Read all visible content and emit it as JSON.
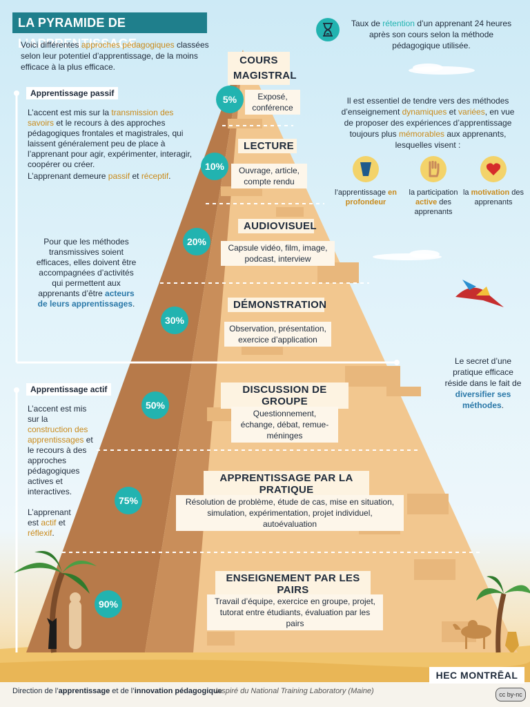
{
  "title": "LA PYRAMIDE DE L’APPRENTISSAGE",
  "intro": {
    "p1": "Voici différentes ",
    "hl": "approches pédagogiques",
    "p2": " classées selon leur potentiel d’apprentissage, de la moins efficace à la plus efficace."
  },
  "retention": {
    "p1": "Taux de ",
    "hl": "rétention",
    "p2": " d’un apprenant 24 heures après son cours selon la méthode pédagogique utilisée."
  },
  "passive": {
    "label": "Apprentissage passif",
    "t1": "L’accent est mis sur la ",
    "h1": "transmission des savoirs",
    "t2": " et le recours à des approches pédagogiques frontales et magistrales, qui laissent généralement peu de place à l’apprenant pour agir, expérimenter, interagir, coopérer ou créer.",
    "t3": "L’apprenant demeure ",
    "h2": "passif",
    "t4": " et ",
    "h3": "réceptif",
    "t5": "."
  },
  "methods_note": {
    "t1": "Pour que les méthodes transmissives soient efficaces, elles doivent être accompagnées d’activités qui permettent aux apprenants d’être ",
    "h1": "acteurs de leurs apprentissages",
    "t2": "."
  },
  "active": {
    "label": "Apprentissage actif",
    "t1": "L’accent est mis sur la ",
    "h1": "construction des apprentissages",
    "t2": " et le recours à des approches pédagogiques actives et interactives.",
    "t3": "L’apprenant est ",
    "h2": "actif",
    "t4": " et ",
    "h3": "réflexif",
    "t5": "."
  },
  "levels": [
    {
      "title": "COURS MAGISTRAL",
      "desc": "Exposé, conférence",
      "pct": "5%"
    },
    {
      "title": "LECTURE",
      "desc": "Ouvrage, article, compte rendu",
      "pct": "10%"
    },
    {
      "title": "AUDIOVISUEL",
      "desc": "Capsule vidéo, film, image, podcast, interview",
      "pct": "20%"
    },
    {
      "title": "DÉMONSTRATION",
      "desc": "Observation, présentation, exercice d’application",
      "pct": "30%"
    },
    {
      "title": "DISCUSSION DE GROUPE",
      "desc": "Questionnement, échange, débat, remue-méninges",
      "pct": "50%"
    },
    {
      "title": "APPRENTISSAGE PAR LA PRATIQUE",
      "desc": "Résolution de problème, étude de cas, mise en situation, simulation, expérimentation, projet individuel, autoévaluation",
      "pct": "75%"
    },
    {
      "title": "ENSEIGNEMENT PAR LES PAIRS",
      "desc": "Travail d’équipe, exercice en groupe, projet, tutorat entre étudiants, évaluation par les pairs",
      "pct": "90%"
    }
  ],
  "right": {
    "t1": "Il est essentiel de tendre vers des méthodes d’enseignement ",
    "h1": "dynamiques",
    "t2": " et ",
    "h2": "variées",
    "t3": ", en vue de proposer des expériences d’apprentissage toujours plus ",
    "h3": "mémorables",
    "t4": " aux apprenants, lesquelles visent :"
  },
  "goals": [
    {
      "icon": "brain-icon",
      "pre": "l’apprentissage ",
      "hl": "en profondeur",
      "post": ""
    },
    {
      "icon": "raised-hand-icon",
      "pre": "la participation ",
      "hl": "active",
      "post": " des apprenants"
    },
    {
      "icon": "heart-icon",
      "pre": "la ",
      "hl": "motivation",
      "post": " des apprenants"
    }
  ],
  "secret": {
    "t1": "Le secret d’une pratique efficace réside dans le fait de ",
    "h1": "diversifier ses méthodes",
    "t2": "."
  },
  "footer": {
    "left_b1": "Direction de l’",
    "left_b2": "apprentissage",
    "left_b3": " et de l’",
    "left_b4": "innovation pédagogique",
    "right": "Inspiré du National Training Laboratory (Maine)",
    "logo": "HEC MONTRĒAL",
    "license": "cc by-nc"
  },
  "colors": {
    "teal": "#22b3b0",
    "accent": "#c98a1a",
    "blue": "#2a78a8",
    "title_bg": "#1f7f8c"
  }
}
